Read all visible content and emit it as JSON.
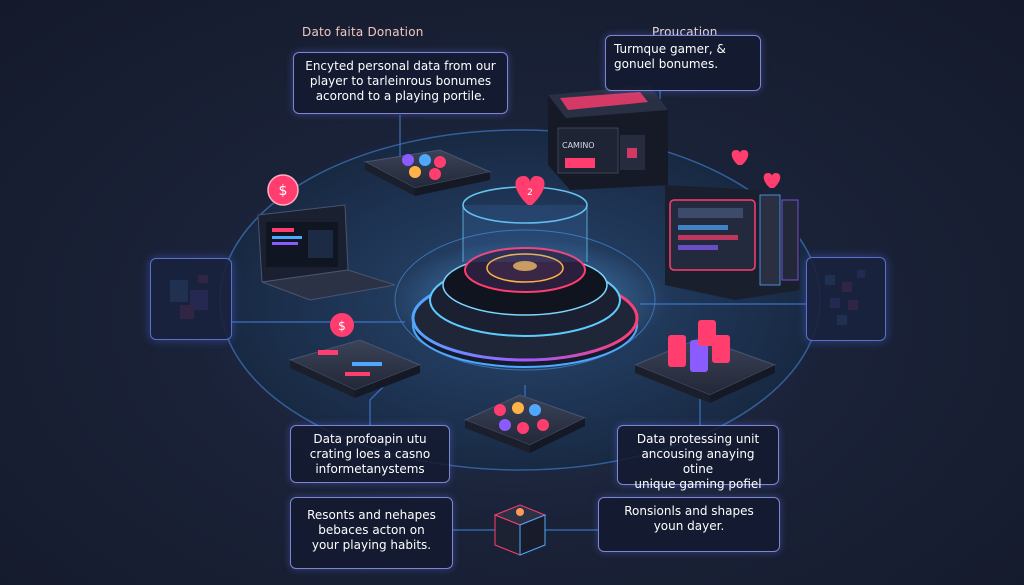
{
  "labels": {
    "top_left_title": "Dato  faita Donation",
    "top_right_title": "Proucation"
  },
  "boxes": {
    "top_left": [
      "Encyted personal data from our",
      "player to tarleinrous bonumes",
      "acorond to a playing portile."
    ],
    "top_right": [
      "Turmque gamer, &",
      "gonuel bonumes."
    ],
    "mid_left": [
      "Data profoapin utu",
      "crating loes a casno",
      "informetanystems"
    ],
    "mid_right": [
      "Data protessing unit",
      "ancousing anaying otine",
      "unique gaming pofiel"
    ],
    "bottom_left": [
      "Resonts and nehapes",
      "bebaces acton on",
      "your playing habits."
    ],
    "bottom_right": [
      "Ronsionls and shapes",
      "youn dayer."
    ]
  },
  "devices": {
    "casino_box_text": "CAMINO",
    "laptop_badge": "$",
    "center_heart": "2",
    "chip_badge": "$"
  },
  "colors": {
    "accent_pink": "#ff3d6e",
    "accent_blue": "#4fa8ff",
    "accent_purple": "#8a5cff",
    "line_blue": "#3f7fd6"
  }
}
